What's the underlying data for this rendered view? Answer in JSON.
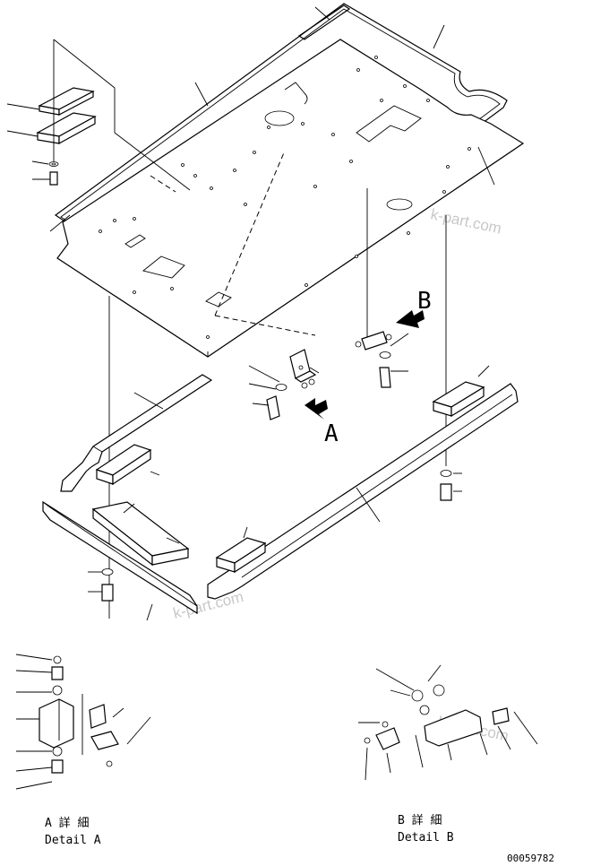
{
  "callouts": {
    "view_a": "A",
    "view_b": "B"
  },
  "watermark": "k-part.com",
  "detail_a": {
    "jp": "A 詳 細",
    "en": "Detail A"
  },
  "detail_b": {
    "jp": "B 詳 細",
    "en": "Detail B"
  },
  "drawing_number": "00059782"
}
